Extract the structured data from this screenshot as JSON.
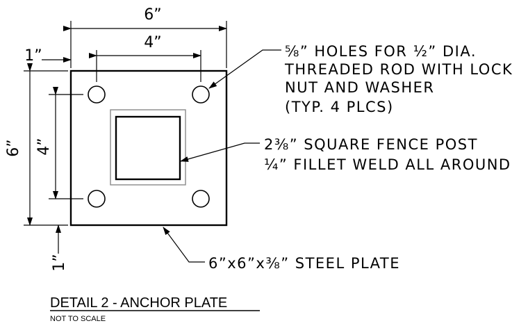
{
  "dimensions": {
    "overall_width": "6”",
    "hole_spacing_horizontal": "4”",
    "edge_offset_top": "1”",
    "overall_height": "6”",
    "hole_spacing_vertical": "4”",
    "edge_offset_bottom": "1”"
  },
  "callouts": {
    "holes": [
      "⅝” HOLES FOR ½” DIA.",
      "THREADED ROD WITH LOCK",
      "NUT AND WASHER",
      "(TYP. 4 PLCS)"
    ],
    "post": [
      "2⅜” SQUARE FENCE POST",
      "¼” FILLET WELD ALL AROUND"
    ],
    "plate": "6”x6”x⅜” STEEL PLATE"
  },
  "title": "DETAIL 2 - ANCHOR PLATE",
  "subtitle": "NOT TO SCALE"
}
